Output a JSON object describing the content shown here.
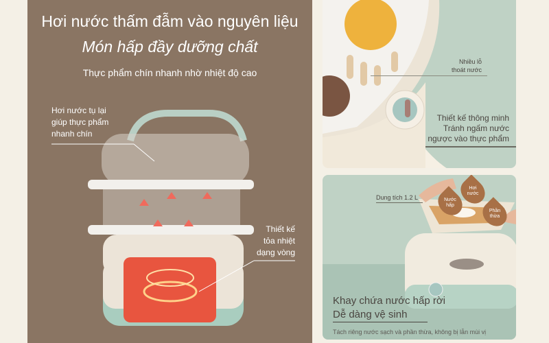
{
  "left": {
    "title_line1": "Hơi nước thấm đẫm vào nguyên liệu",
    "title_line2": "Món hấp đầy dưỡng chất",
    "subtitle": "Thực phẩm chín nhanh nhờ nhiệt độ cao",
    "callout_steam": [
      "Hơi nước tụ lại",
      "giúp thực phẩm",
      "nhanh chín"
    ],
    "callout_heat": [
      "Thiết kế",
      "tỏa nhiệt",
      "dạng vòng"
    ]
  },
  "top_right": {
    "drain_label": [
      "Nhiều lỗ",
      "thoát nước"
    ],
    "feature": [
      "Thiết kế thông minh",
      "Tránh ngấm nước",
      "ngược vào thực phẩm"
    ]
  },
  "bottom_right": {
    "capacity": "Dung tích 1.2 L",
    "drops": [
      "Nước hấp",
      "Hơi nước",
      "Phần thừa"
    ],
    "heading_line1": "Khay chứa nước hấp rời",
    "heading_line2": "Dễ dàng vệ sinh",
    "caption": "Tách riêng nước sạch và phần thừa, không bị lẫn mùi vị"
  },
  "colors": {
    "left_bg": "#8a7563",
    "green": "#bfd2c5",
    "cream": "#f6f0e4",
    "heat": "#e8553f"
  }
}
